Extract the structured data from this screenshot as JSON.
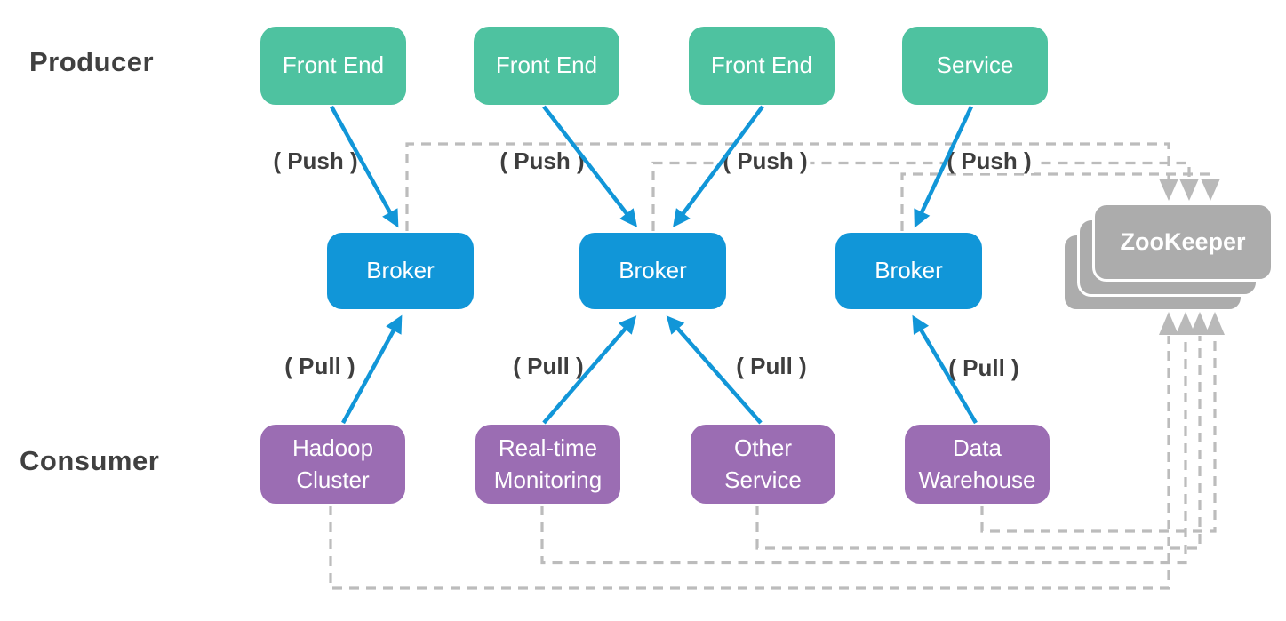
{
  "diagram": {
    "row_labels": {
      "producer": "Producer",
      "consumer": "Consumer"
    },
    "producers": [
      {
        "label": "Front End"
      },
      {
        "label": "Front End"
      },
      {
        "label": "Front End"
      },
      {
        "label": "Service"
      }
    ],
    "brokers": [
      {
        "label": "Broker"
      },
      {
        "label": "Broker"
      },
      {
        "label": "Broker"
      }
    ],
    "consumers": [
      {
        "label": "Hadoop Cluster"
      },
      {
        "label": "Real-time Monitoring"
      },
      {
        "label": "Other Service"
      },
      {
        "label": "Data Warehouse"
      }
    ],
    "zookeeper": {
      "label": "ZooKeeper",
      "stack_count": 3
    },
    "arrow_labels": {
      "push": "( Push )",
      "pull": "( Pull )"
    },
    "edges": {
      "push": [
        {
          "from": "Front End 1",
          "to": "Broker 1"
        },
        {
          "from": "Front End 2",
          "to": "Broker 2"
        },
        {
          "from": "Front End 3",
          "to": "Broker 2"
        },
        {
          "from": "Service",
          "to": "Broker 3"
        }
      ],
      "pull": [
        {
          "from": "Hadoop Cluster",
          "to": "Broker 1"
        },
        {
          "from": "Real-time Monitoring",
          "to": "Broker 2"
        },
        {
          "from": "Other Service",
          "to": "Broker 2"
        },
        {
          "from": "Data Warehouse",
          "to": "Broker 3"
        }
      ],
      "zookeeper_links": {
        "from_brokers": [
          "Broker 1",
          "Broker 2",
          "Broker 3"
        ],
        "from_consumers": [
          "Hadoop Cluster",
          "Real-time Monitoring",
          "Other Service",
          "Data Warehouse"
        ]
      }
    },
    "colors": {
      "producer_box": "#4EC2A0",
      "broker_box": "#1196D8",
      "consumer_box": "#9B6DB3",
      "zookeeper_box": "#ACACAC",
      "dashed_line": "#BCBCBC",
      "blue_arrow": "#1196D8",
      "label_text": "#3E3E3E"
    }
  }
}
